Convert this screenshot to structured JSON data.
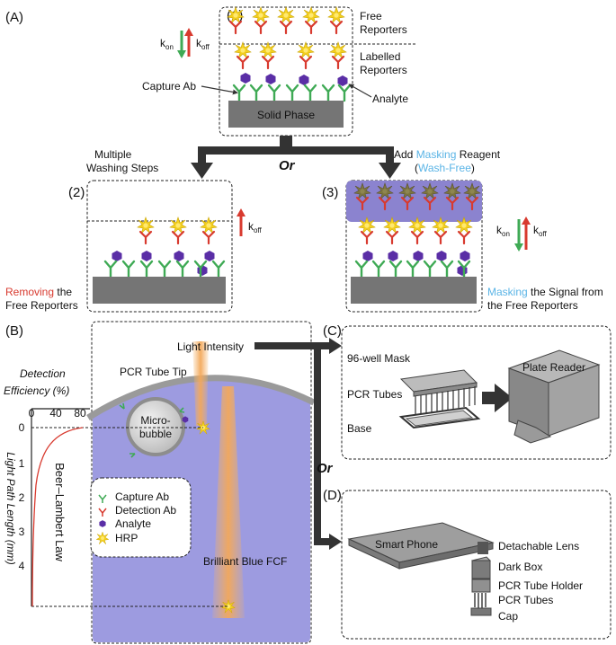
{
  "colors": {
    "red": "#d83a2f",
    "green": "#3faa55",
    "blue": "#5ab4e6",
    "purple": "#5a2ea6",
    "mask": "#8b83cf",
    "gray": "#7a7a7a",
    "liquid": "#9d9be0",
    "orange": "#f3b46a"
  },
  "panelA": {
    "tag": "(A)",
    "step1": "(1)",
    "free1": "Free",
    "free2": "Reporters",
    "lab1": "Labelled",
    "lab2": "Reporters",
    "capture": "Capture Ab",
    "analyte": "Analyte",
    "solid": "Solid Phase",
    "kon": "k",
    "kon_sub": "on",
    "koff": "k",
    "koff_sub": "off",
    "wash1": "Multiple",
    "wash2": "Washing Steps",
    "or": "Or",
    "add_a": "Add ",
    "add_b": "Masking",
    "add_c": " Reagent",
    "wf_a": "(",
    "wf_b": "Wash-Free",
    "wf_c": ")",
    "step2": "(2)",
    "step3": "(3)",
    "rem_a": "Removing",
    "rem_b": " the",
    "rem_c": "Free Reporters",
    "mask_a": "Masking",
    "mask_b": " the Signal from",
    "mask_c": "the Free Reporters"
  },
  "panelB": {
    "tag": "(B)",
    "light": "Light Intensity",
    "tube": "PCR Tube Tip",
    "det1": "Detection",
    "det2": "Efficiency (%)",
    "ticks": [
      "0",
      "40",
      "80"
    ],
    "yticks": [
      "0",
      "1",
      "2",
      "3",
      "4"
    ],
    "ylabel": "Light Path Length (mm)",
    "beer": "Beer–Lambert Law",
    "micro1": "Micro-",
    "micro2": "bubble",
    "legend": [
      "Capture Ab",
      "Detection Ab",
      "Analyte",
      "HRP"
    ],
    "dye": "Brilliant Blue FCF",
    "or": "Or"
  },
  "panelC": {
    "tag": "(C)",
    "mask": "96-well Mask",
    "tubes": "PCR Tubes",
    "base": "Base",
    "reader": "Plate Reader"
  },
  "panelD": {
    "tag": "(D)",
    "phone": "Smart Phone",
    "parts": [
      "Detachable Lens",
      "Dark Box",
      "PCR Tube Holder",
      "PCR Tubes",
      "Cap"
    ]
  }
}
